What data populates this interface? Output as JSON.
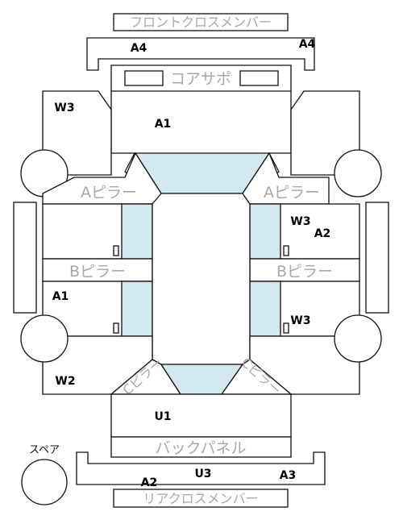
{
  "labels": {
    "front_cross_member": "フロントクロスメンバー",
    "core_support": "コアサポ",
    "a_pillar_left": "Aピラー",
    "a_pillar_right": "Aピラー",
    "b_pillar_left": "Bピラー",
    "b_pillar_right": "Bピラー",
    "c_pillar_left": "Cピラー",
    "c_pillar_right": "Cピラー",
    "back_panel": "バックパネル",
    "rear_cross_member": "リアクロスメンバー",
    "spare": "スペア"
  },
  "codes": {
    "front_member_left": "A4",
    "front_member_right": "A4",
    "left_front_fender": "W3",
    "hood": "A1",
    "right_front_door": "W3",
    "right_front_door_2": "A2",
    "left_rear_door": "A1",
    "right_rear_door": "W3",
    "left_rear_fender": "W2",
    "trunk": "U1",
    "rear_member_left": "A2",
    "rear_member_center": "U3",
    "rear_member_right": "A3"
  },
  "colors": {
    "glass": "#d3e9f2",
    "outline": "#111111",
    "label_grey": "#a8a8a8"
  }
}
